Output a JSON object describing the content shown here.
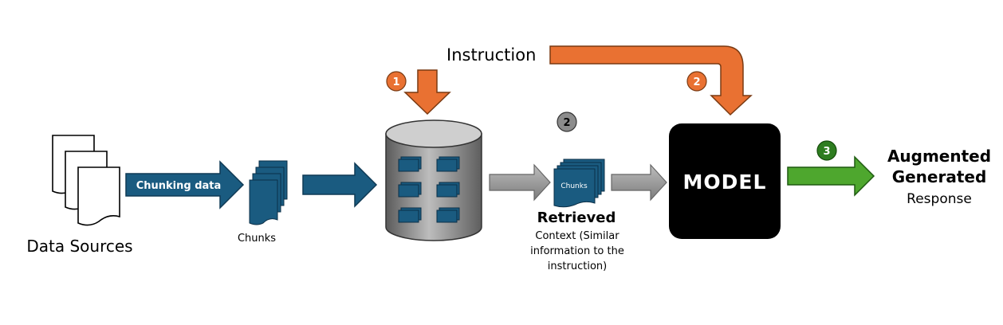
{
  "labels": {
    "instruction": "Instruction",
    "data_sources": "Data Sources",
    "chunking": "Chunking data",
    "chunks": "Chunks",
    "chunks_small": "Chunks",
    "retrieved": "Retrieved",
    "context": "Context (Similar information to the instruction)",
    "model": "MODEL",
    "augmented": "Augmented",
    "generated": "Generated",
    "response": "Response"
  },
  "steps": {
    "step_1": "1",
    "step_2_top": "2",
    "step_2_mid": "2",
    "step_3": "3"
  },
  "colors": {
    "orange": "#e97132",
    "blue": "#1a5b80",
    "green": "#4ea72e",
    "gray": "#8c8c8c",
    "black": "#000000"
  },
  "icons": [
    "document-icon",
    "chunks-icon",
    "database-icon",
    "model-box"
  ]
}
